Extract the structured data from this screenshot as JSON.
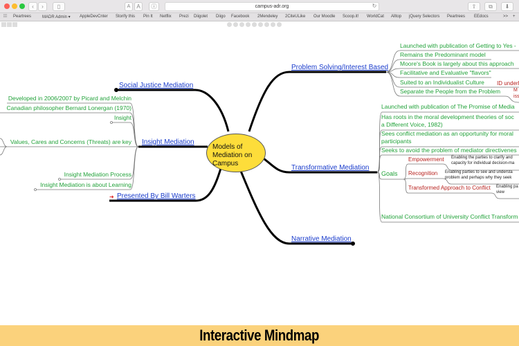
{
  "browser": {
    "url": "campus-adr.org",
    "font_small": "A",
    "font_large": "A",
    "bookmarks": [
      "Peartrees",
      "MADR Admin ▾",
      "AppleDevCnter",
      "Storify this",
      "Pin It",
      "Netflix",
      "Prezi",
      "Diigolet",
      "Diigo",
      "Facebook",
      "2Mendeley",
      "2CiteULike",
      "Our Moodle",
      "Scoop.it!",
      "WorldCat",
      "Alltop",
      "jQuery Selectors",
      "Peartrees",
      "EEdocs"
    ],
    "more": ">>",
    "add": "+"
  },
  "center": "Models of Mediation on Campus",
  "branches": {
    "problem_solving": {
      "label": "Problem Solving/Interest Based",
      "children": [
        "Launched with publication of Getting to Yes -",
        "Remains the Predominant model",
        "Moore's Book is largely about this approach",
        "Facilitative and Evaluative \"flavors\"",
        "Suited to an Individualist Culture",
        "Separate the People from the Problem"
      ],
      "sub_id": "ID underl",
      "sub_m": "M",
      "sub_iss": "iss"
    },
    "transformative": {
      "label": "Transformative Mediation",
      "children": [
        "Launched with publication of The Promise of Media",
        "Has roots in the moral development theories of soc",
        "a Different Voice, 1982)",
        "Sees conflict mediation as an opportunity for moral",
        "participants",
        "Seeks to avoid the problem of mediator directivenes",
        "Goals",
        "National Consortium of University Conflict Transform"
      ],
      "goals": [
        {
          "label": "Empowerment",
          "desc1": "Enabling the parties to clarify and",
          "desc2": "capacity for individual decision-ma"
        },
        {
          "label": "Recognition",
          "desc1": "Enabling parties to see and understa",
          "desc2": "problem and perhaps why they seek"
        },
        {
          "label": "Transformed Approach to Conflict",
          "desc1": "Enabling pa",
          "desc2": "view"
        }
      ]
    },
    "narrative": {
      "label": "Narrative Mediation"
    },
    "social_justice": {
      "label": "Social Justice Mediation"
    },
    "insight": {
      "label": "Insight Mediation",
      "children": [
        "Developed in 2006/2007 by Picard and Melchin",
        "Canadian philosopher Bernard Lonergan (1970)",
        "Insight",
        "Values, Cares and Concerns (Threats) are key",
        "Insight Mediation Process",
        "Insight Mediation is about Learning"
      ]
    },
    "presented": {
      "label": "Presented By Bill Warters"
    }
  },
  "footer": "Interactive Mindmap",
  "colors": {
    "main": "#1a3ccc",
    "leaf": "#22a23a",
    "goal": "#b8221e",
    "center": "#fddd3a",
    "footer": "#fbd27c"
  }
}
